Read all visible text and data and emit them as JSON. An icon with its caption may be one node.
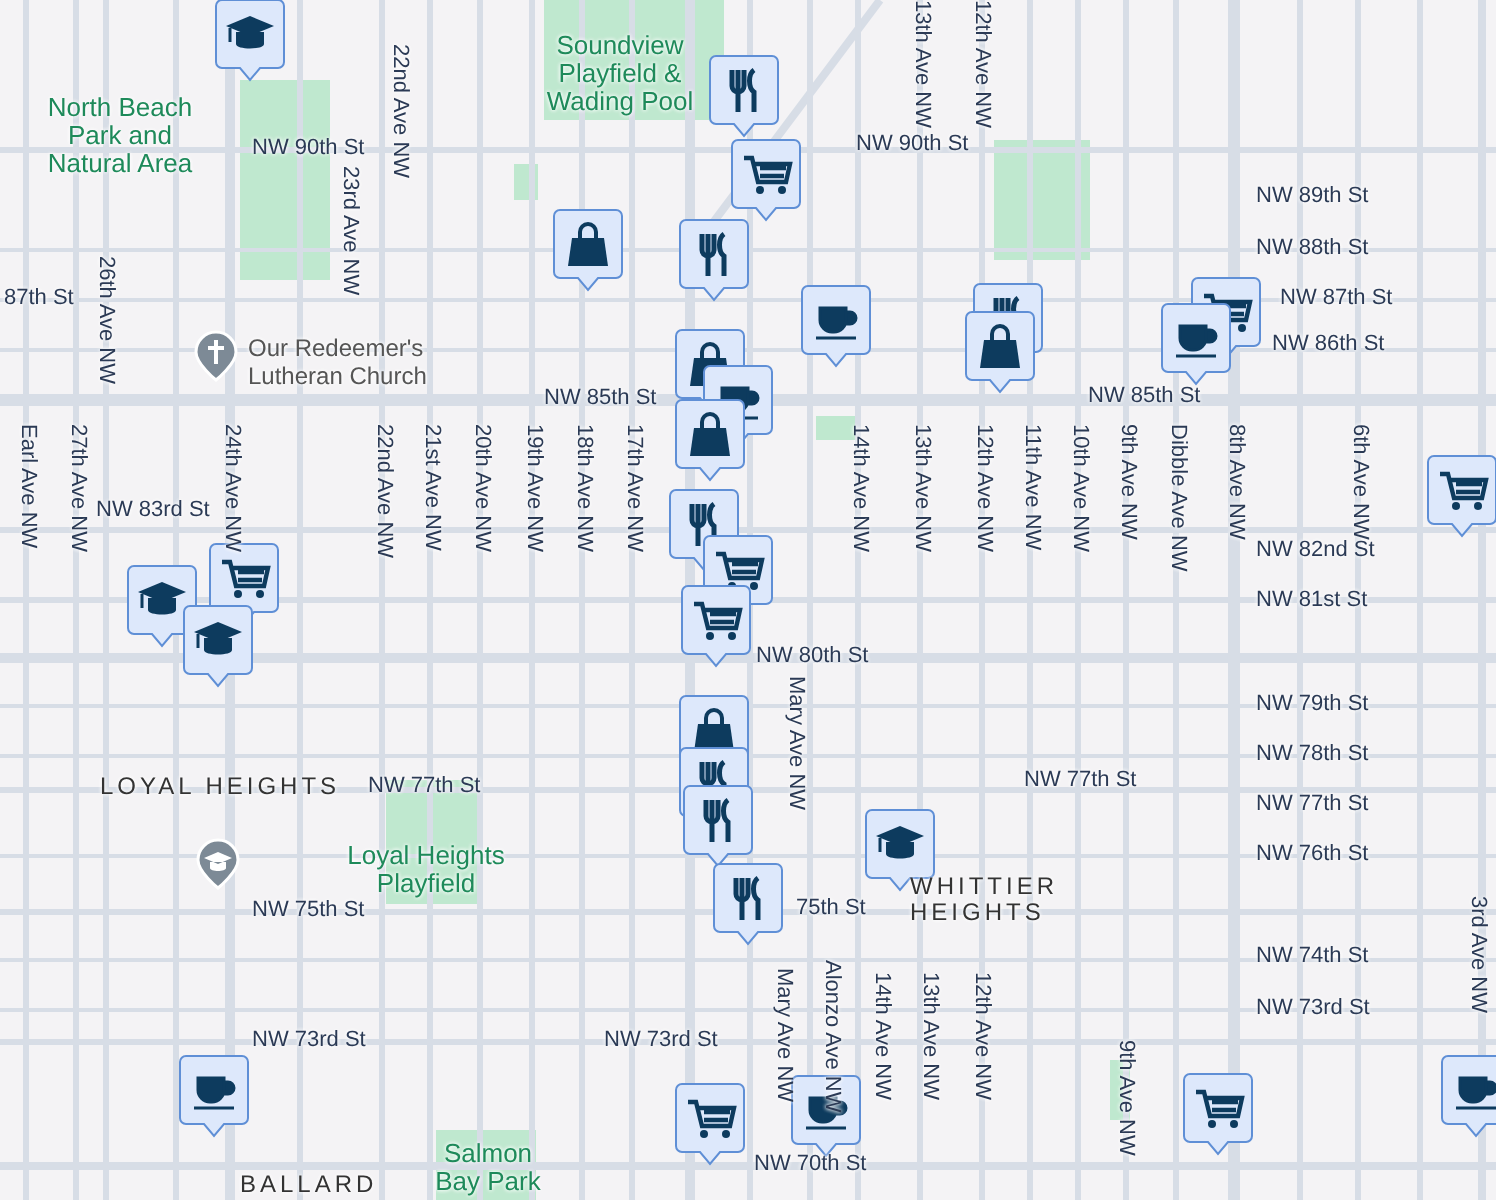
{
  "diagram": {
    "labels": [
      "Soundview Playfield & Wading Pool",
      "22nd Ave NW",
      "13th Ave NW",
      "12th Ave NW",
      "North Beach Park and Natural Area",
      "NW 90th St",
      "NW 90th St",
      "23rd Ave NW",
      "NW 89th St",
      "NW 88th St",
      "87th St",
      "26th Ave NW",
      "NW 87th St",
      "Our Redeemer's Lutheran Church",
      "NW 86th St",
      "NW 85th St",
      "NW 85th St",
      "Earl Ave NW",
      "27th Ave NW",
      "24th Ave NW",
      "22nd Ave NW",
      "21st Ave NW",
      "20th Ave NW",
      "19th Ave NW",
      "18th Ave NW",
      "17th Ave NW",
      "14th Ave NW",
      "13th Ave NW",
      "12th Ave NW",
      "11th Ave NW",
      "10th Ave NW",
      "9th Ave NW",
      "Dibble Ave NW",
      "8th Ave NW",
      "6th Ave NW",
      "NW 83rd St",
      "NW 82nd St",
      "NW 81st St",
      "NW 80th St",
      "Mary Ave NW",
      "NW 79th St",
      "NW 78th St",
      "LOYAL HEIGHTS",
      "NW 77th St",
      "NW 77th St",
      "NW 77th St",
      "NW 76th St",
      "Loyal Heights Playfield",
      "NW 75th St",
      "75th St",
      "WHITTIER HEIGHTS",
      "3rd Ave NW",
      "NW 74th St",
      "NW 73rd St",
      "NW 73rd St",
      "NW 73rd St",
      "Mary Ave NW",
      "Alonzo Ave NW",
      "14th Ave NW",
      "13th Ave NW",
      "12th Ave NW",
      "9th Ave NW",
      "Salmon Bay Park",
      "BALLARD",
      "NW 70th St"
    ]
  }
}
